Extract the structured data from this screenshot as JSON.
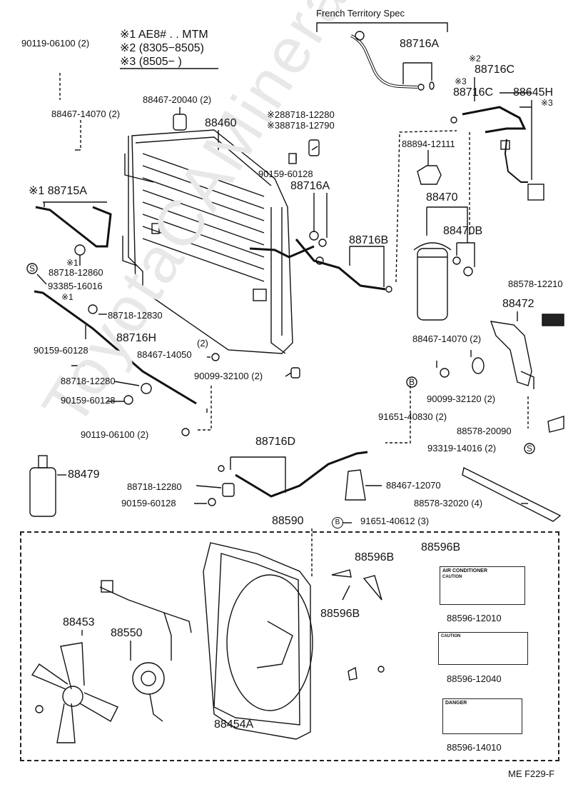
{
  "header": {
    "french_spec": "French Territory Spec",
    "note1": "※1 AE8# . . MTM",
    "note2": "※2 (8305−8505)",
    "note3": "※3 (8505−          )"
  },
  "watermark": "ToyotaCAMineral",
  "labels": {
    "p90119_06100_top": "90119-06100 (2)",
    "p88467_14070_left": "88467-14070 (2)",
    "p88467_20040": "88467-20040 (2)",
    "p88460": "88460",
    "p88718_12280_note2": "※288718-12280",
    "p88718_12790_note3": "※388718-12790",
    "p90159_60128_upper": "90159-60128",
    "p88716A_mid": "88716A",
    "p88716A_top": "88716A",
    "p88716C_note2": "※2",
    "p88716C_top": "88716C",
    "p88716C_note3": "※3",
    "p88716C_second": "88716C",
    "p88645H_note3": "※3",
    "p88645H": "88645H",
    "p88894_12111": "88894-12111",
    "p88470": "88470",
    "p88470B": "88470B",
    "p88716B": "88716B",
    "p88715A": "※1 88715A",
    "p88718_12860_note": "※1",
    "p88718_12860": "88718-12860",
    "p93385_16016": "93385-16016",
    "p88716H_note": "※1",
    "p88718_12830": "88718-12830",
    "p88716H": "88716H",
    "p90159_60128_left": "90159-60128",
    "p88467_14050_qty": "(2)",
    "p88467_14050": "88467-14050",
    "p90099_32100": "90099-32100 (2)",
    "p88718_12280_left": "88718-12280",
    "p90159_60128_left2": "90159-60128",
    "p90119_06100_lower": "90119-06100 (2)",
    "p88578_12210": "88578-12210",
    "p88472": "88472",
    "p88467_14070_right": "88467-14070 (2)",
    "p90099_32120": "90099-32120 (2)",
    "p91651_40830": "91651-40830 (2)",
    "p88578_20090": "88578-20090",
    "p93319_14016": "93319-14016 (2)",
    "p88716D": "88716D",
    "p88479": "88479",
    "p88718_12280_bottom": "88718-12280",
    "p90159_60128_bottom": "90159-60128",
    "p88467_12070": "88467-12070",
    "p88578_32020": "88578-32020 (4)",
    "p88590": "88590",
    "p91651_40612": "91651-40612 (3)",
    "p88596B_right": "88596B",
    "p88596B_mid": "88596B",
    "p88596B_left": "88596B",
    "p88596_12010": "88596-12010",
    "p88596_12040": "88596-12040",
    "p88596_14010": "88596-14010",
    "p88453": "88453",
    "p88550": "88550",
    "p88454A": "88454A",
    "footer_code": "ME F229-F"
  },
  "symbols": {
    "s_circle": "S",
    "b_circle": "B"
  },
  "decals": {
    "ac_title": "AIR CONDITIONER",
    "ac_sub": "CAUTION",
    "caution_title": "CAUTION",
    "danger_title": "DANGER"
  }
}
